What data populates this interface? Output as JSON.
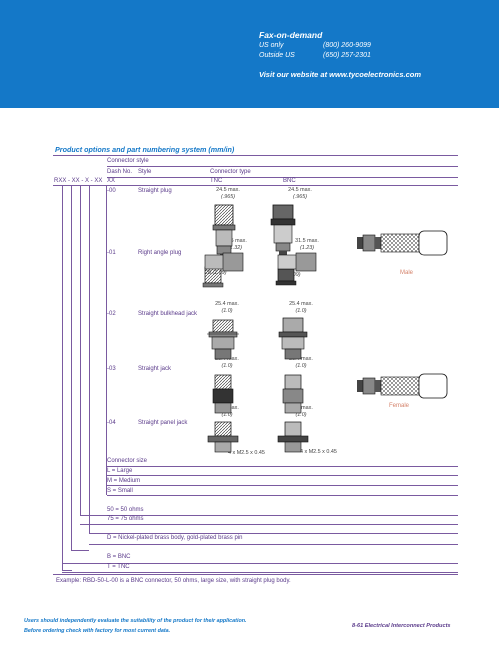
{
  "header": {
    "title": "Fax-on-demand",
    "rows": [
      {
        "label": "US only",
        "value": "(800) 260-9099"
      },
      {
        "label": "Outside US",
        "value": "(650) 257-2301"
      }
    ],
    "visit": "Visit our website at www.tycoelectronics.com"
  },
  "table": {
    "title": "Product options and part numbering system (mm/in)",
    "connector_style": "Connector  style",
    "dash_no": "Dash No.",
    "style_label": "Style",
    "connector_type": "Connector type",
    "part_pattern": "RXX - XX - X - XX",
    "xx": "XX",
    "tnc": "TNC",
    "bnc": "BNC",
    "rows": [
      {
        "code": "-00",
        "style": "Straight plug"
      },
      {
        "code": "-01",
        "style": "Right angle plug"
      },
      {
        "code": "-02",
        "style": "Straight bulkhead jack"
      },
      {
        "code": "-03",
        "style": "Straight jack"
      },
      {
        "code": "-04",
        "style": "Straight panel jack"
      }
    ],
    "dims": {
      "d245": "24.5 max.",
      "d965": "(.965)",
      "d335": "33.5 max.",
      "d132": "(1.32)",
      "d315": "31.5 max.",
      "d123": "(1.23)",
      "d28": "28",
      "d109": "(1.09)",
      "d254": "25.4 max.",
      "d10": "(1.0)",
      "thread": "4 x M2.5 x 0.45",
      "thread_bnc": "4 x M2.5 x 0.45"
    },
    "male": "Male",
    "female": "Female",
    "connector_size": "Connector size",
    "sizes": [
      "L = Large",
      "M = Medium",
      "S = Small"
    ],
    "ohms": [
      "50 = 50 ohms",
      "75 = 75 ohms"
    ],
    "body": "D = Nickel-plated brass body, gold-plated brass pin",
    "types": [
      "B = BNC",
      "T = TNC"
    ],
    "example": "Example: RBD-50-L-00 is a BNC connector, 50 ohms, large size, with straight plug body."
  },
  "footer": {
    "note1": "Users should independently evaluate the suitability of the product for their application.",
    "note2": "Before ordering check with factory for most current data.",
    "page_ref": "8-61  Electrical Interconnect Products"
  }
}
